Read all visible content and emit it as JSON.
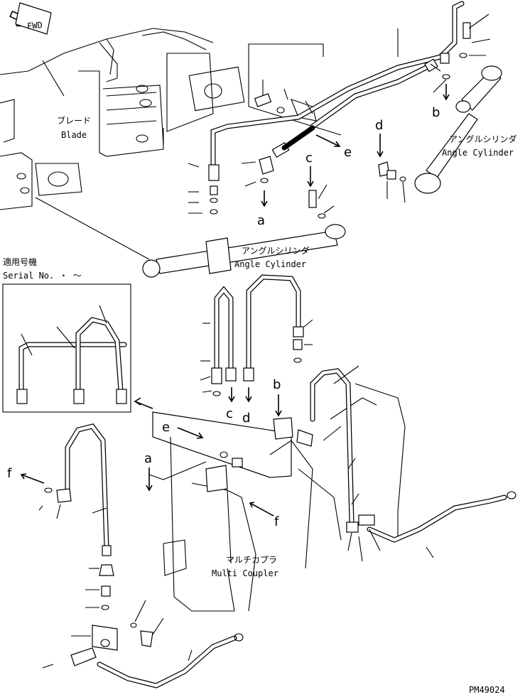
{
  "labels": {
    "fwd": "FWD",
    "blade_jp": "ブレード",
    "blade_en": "Blade",
    "angle_cyl_jp_1": "アングルシリンダ",
    "angle_cyl_en_1": "Angle Cylinder",
    "angle_cyl_jp_2": "アングルシリンダ",
    "angle_cyl_en_2": "Angle Cylinder",
    "serial_jp": "適用号機",
    "serial_en": "Serial No.  ・ ～",
    "coupler_jp": "マルチカプラ",
    "coupler_en": "Multi Coupler",
    "part_code": "PM49024"
  },
  "callouts": {
    "a": "a",
    "b": "b",
    "c": "c",
    "d": "d",
    "e": "e",
    "f": "f"
  }
}
